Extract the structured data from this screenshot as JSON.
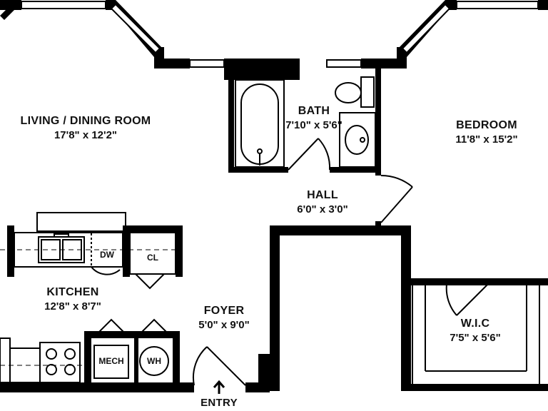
{
  "rooms": {
    "living": {
      "name": "LIVING / DINING ROOM",
      "dims": "17'8\" x 12'2\""
    },
    "bath": {
      "name": "BATH",
      "dims": "7'10\" x 5'6\""
    },
    "bedroom": {
      "name": "BEDROOM",
      "dims": "11'8\" x 15'2\""
    },
    "hall": {
      "name": "HALL",
      "dims": "6'0\" x 3'0\""
    },
    "kitchen": {
      "name": "KITCHEN",
      "dims": "12'8\" x 8'7\""
    },
    "foyer": {
      "name": "FOYER",
      "dims": "5'0\" x 9'0\""
    },
    "wic": {
      "name": "W.I.C",
      "dims": "7'5\" x 5'6\""
    }
  },
  "fixtures": {
    "dw": "DW",
    "cl": "CL",
    "mech": "MECH",
    "wh": "WH"
  },
  "entry": {
    "label": "ENTRY"
  }
}
